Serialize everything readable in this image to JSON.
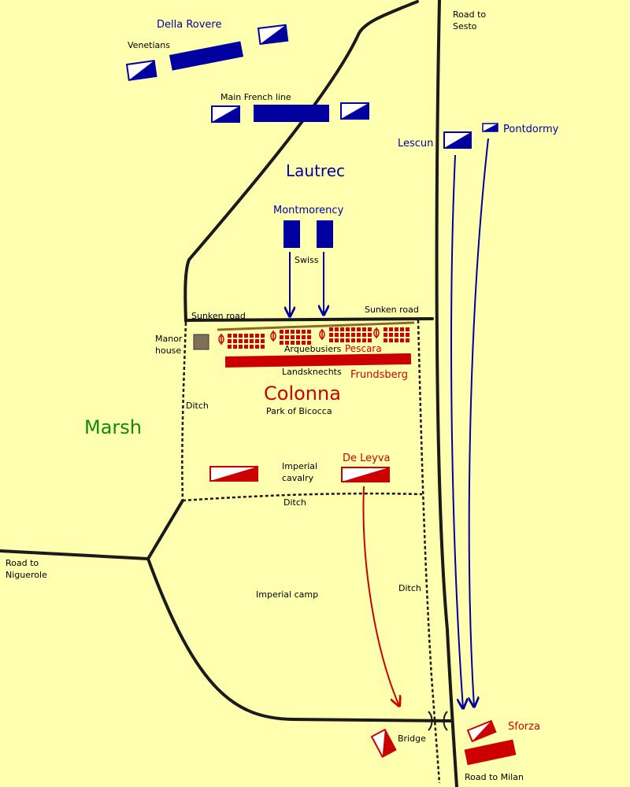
{
  "colors": {
    "background": "#ffffb0",
    "road": "#1a1a1a",
    "french": "#0000a0",
    "imperial": "#cc0000",
    "marsh": "#118811",
    "manor": "#7f705c"
  },
  "labels": {
    "road_sesto": [
      "Road to",
      "Sesto"
    ],
    "road_milan": "Road to Milan",
    "road_niguerole": [
      "Road to",
      "Niguerole"
    ],
    "sunken_road_left": "Sunken road",
    "sunken_road_right": "Sunken road",
    "manor_house": [
      "Manor",
      "house"
    ],
    "ditch_left": "Ditch",
    "ditch_middle": "Ditch",
    "ditch_right": "Ditch",
    "park": "Park of Bicocca",
    "imperial_camp": "Imperial camp",
    "bridge": "Bridge",
    "marsh": "Marsh"
  },
  "french": {
    "della_rovere": "Della Rovere",
    "venetians": "Venetians",
    "main_line": "Main French line",
    "lautrec": "Lautrec",
    "montmorency": "Montmorency",
    "swiss": "Swiss",
    "lescun": "Lescun",
    "pontdormy": "Pontdormy"
  },
  "imperial": {
    "arquebusiers": "Arquebusiers",
    "pescara": "Pescara",
    "landsknechts": "Landsknechts",
    "frundsberg": "Frundsberg",
    "colonna": "Colonna",
    "imperial_cavalry": [
      "Imperial",
      "cavalry"
    ],
    "de_leyva": "De Leyva",
    "sforza": "Sforza"
  }
}
